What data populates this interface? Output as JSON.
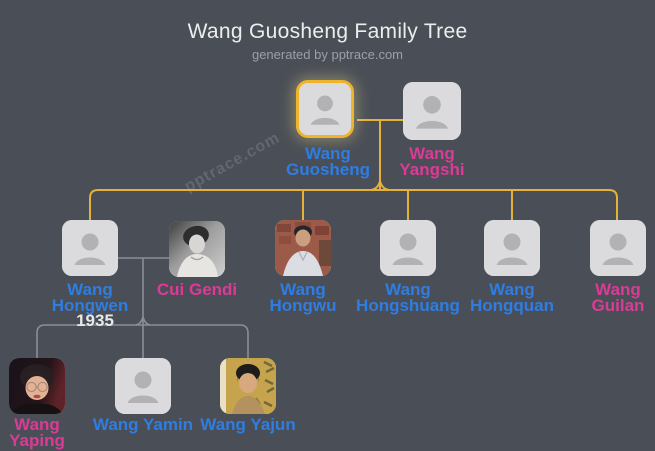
{
  "header": {
    "title": "Wang Guosheng Family Tree",
    "subtitle": "generated by pptrace.com"
  },
  "watermark": "pptrace.com",
  "colors": {
    "background": "#4a4f57",
    "male_name": "#2e7de2",
    "female_name": "#dc3a97",
    "ancestor_line": "#e5b13a",
    "descent_line": "#8a8f97",
    "selected_border": "#efb32c",
    "avatar_background": "#dbdbdd",
    "avatar_glyph": "#b2b2b5",
    "title_text": "#eceded",
    "subtitle_text": "#9aa0a8",
    "marriage_year_text": "#e7e9eb"
  },
  "people": {
    "guosheng": {
      "name": "Wang Guosheng",
      "line1": "Wang",
      "line2": "Guosheng",
      "gender": "male",
      "avatar": "placeholder",
      "selected": true
    },
    "yangshi": {
      "name": "Wang Yangshi",
      "line1": "Wang",
      "line2": "Yangshi",
      "gender": "female",
      "avatar": "placeholder",
      "selected": false
    },
    "hongwen": {
      "name": "Wang Hongwen",
      "line1": "Wang",
      "line2": "Hongwen",
      "gender": "male",
      "avatar": "placeholder",
      "selected": false,
      "marriage_year": "1935"
    },
    "cuigendi": {
      "name": "Cui Gendi",
      "line1": "Cui Gendi",
      "gender": "female",
      "avatar": "photo-bw-woman",
      "selected": false
    },
    "hongwu": {
      "name": "Wang Hongwu",
      "line1": "Wang",
      "line2": "Hongwu",
      "gender": "male",
      "avatar": "photo-man-brick-wall",
      "selected": false
    },
    "hongshuang": {
      "name": "Wang Hongshuang",
      "line1": "Wang",
      "line2": "Hongshuang",
      "gender": "male",
      "avatar": "placeholder",
      "selected": false
    },
    "hongquan": {
      "name": "Wang Hongquan",
      "line1": "Wang",
      "line2": "Hongquan",
      "gender": "male",
      "avatar": "placeholder",
      "selected": false
    },
    "guilan": {
      "name": "Wang Guilan",
      "line1": "Wang",
      "line2": "Guilan",
      "gender": "female",
      "avatar": "placeholder",
      "selected": false
    },
    "yaping": {
      "name": "Wang Yaping",
      "line1": "Wang",
      "line2": "Yaping",
      "gender": "female",
      "avatar": "photo-woman-glasses",
      "selected": false
    },
    "yamin": {
      "name": "Wang Yamin",
      "line1": "Wang Yamin",
      "gender": "male",
      "avatar": "placeholder",
      "selected": false
    },
    "yajun": {
      "name": "Wang Yajun",
      "line1": "Wang Yajun",
      "gender": "male",
      "avatar": "photo-young-man",
      "selected": false
    }
  },
  "structure": {
    "top_couple": [
      "Wang Guosheng",
      "Wang Yangshi"
    ],
    "top_couple_children": [
      "Wang Hongwen",
      "Wang Hongwu",
      "Wang Hongshuang",
      "Wang Hongquan",
      "Wang Guilan"
    ],
    "second_couple": [
      "Wang Hongwen",
      "Cui Gendi"
    ],
    "second_couple_marriage_year": "1935",
    "second_couple_children": [
      "Wang Yaping",
      "Wang Yamin",
      "Wang Yajun"
    ]
  }
}
